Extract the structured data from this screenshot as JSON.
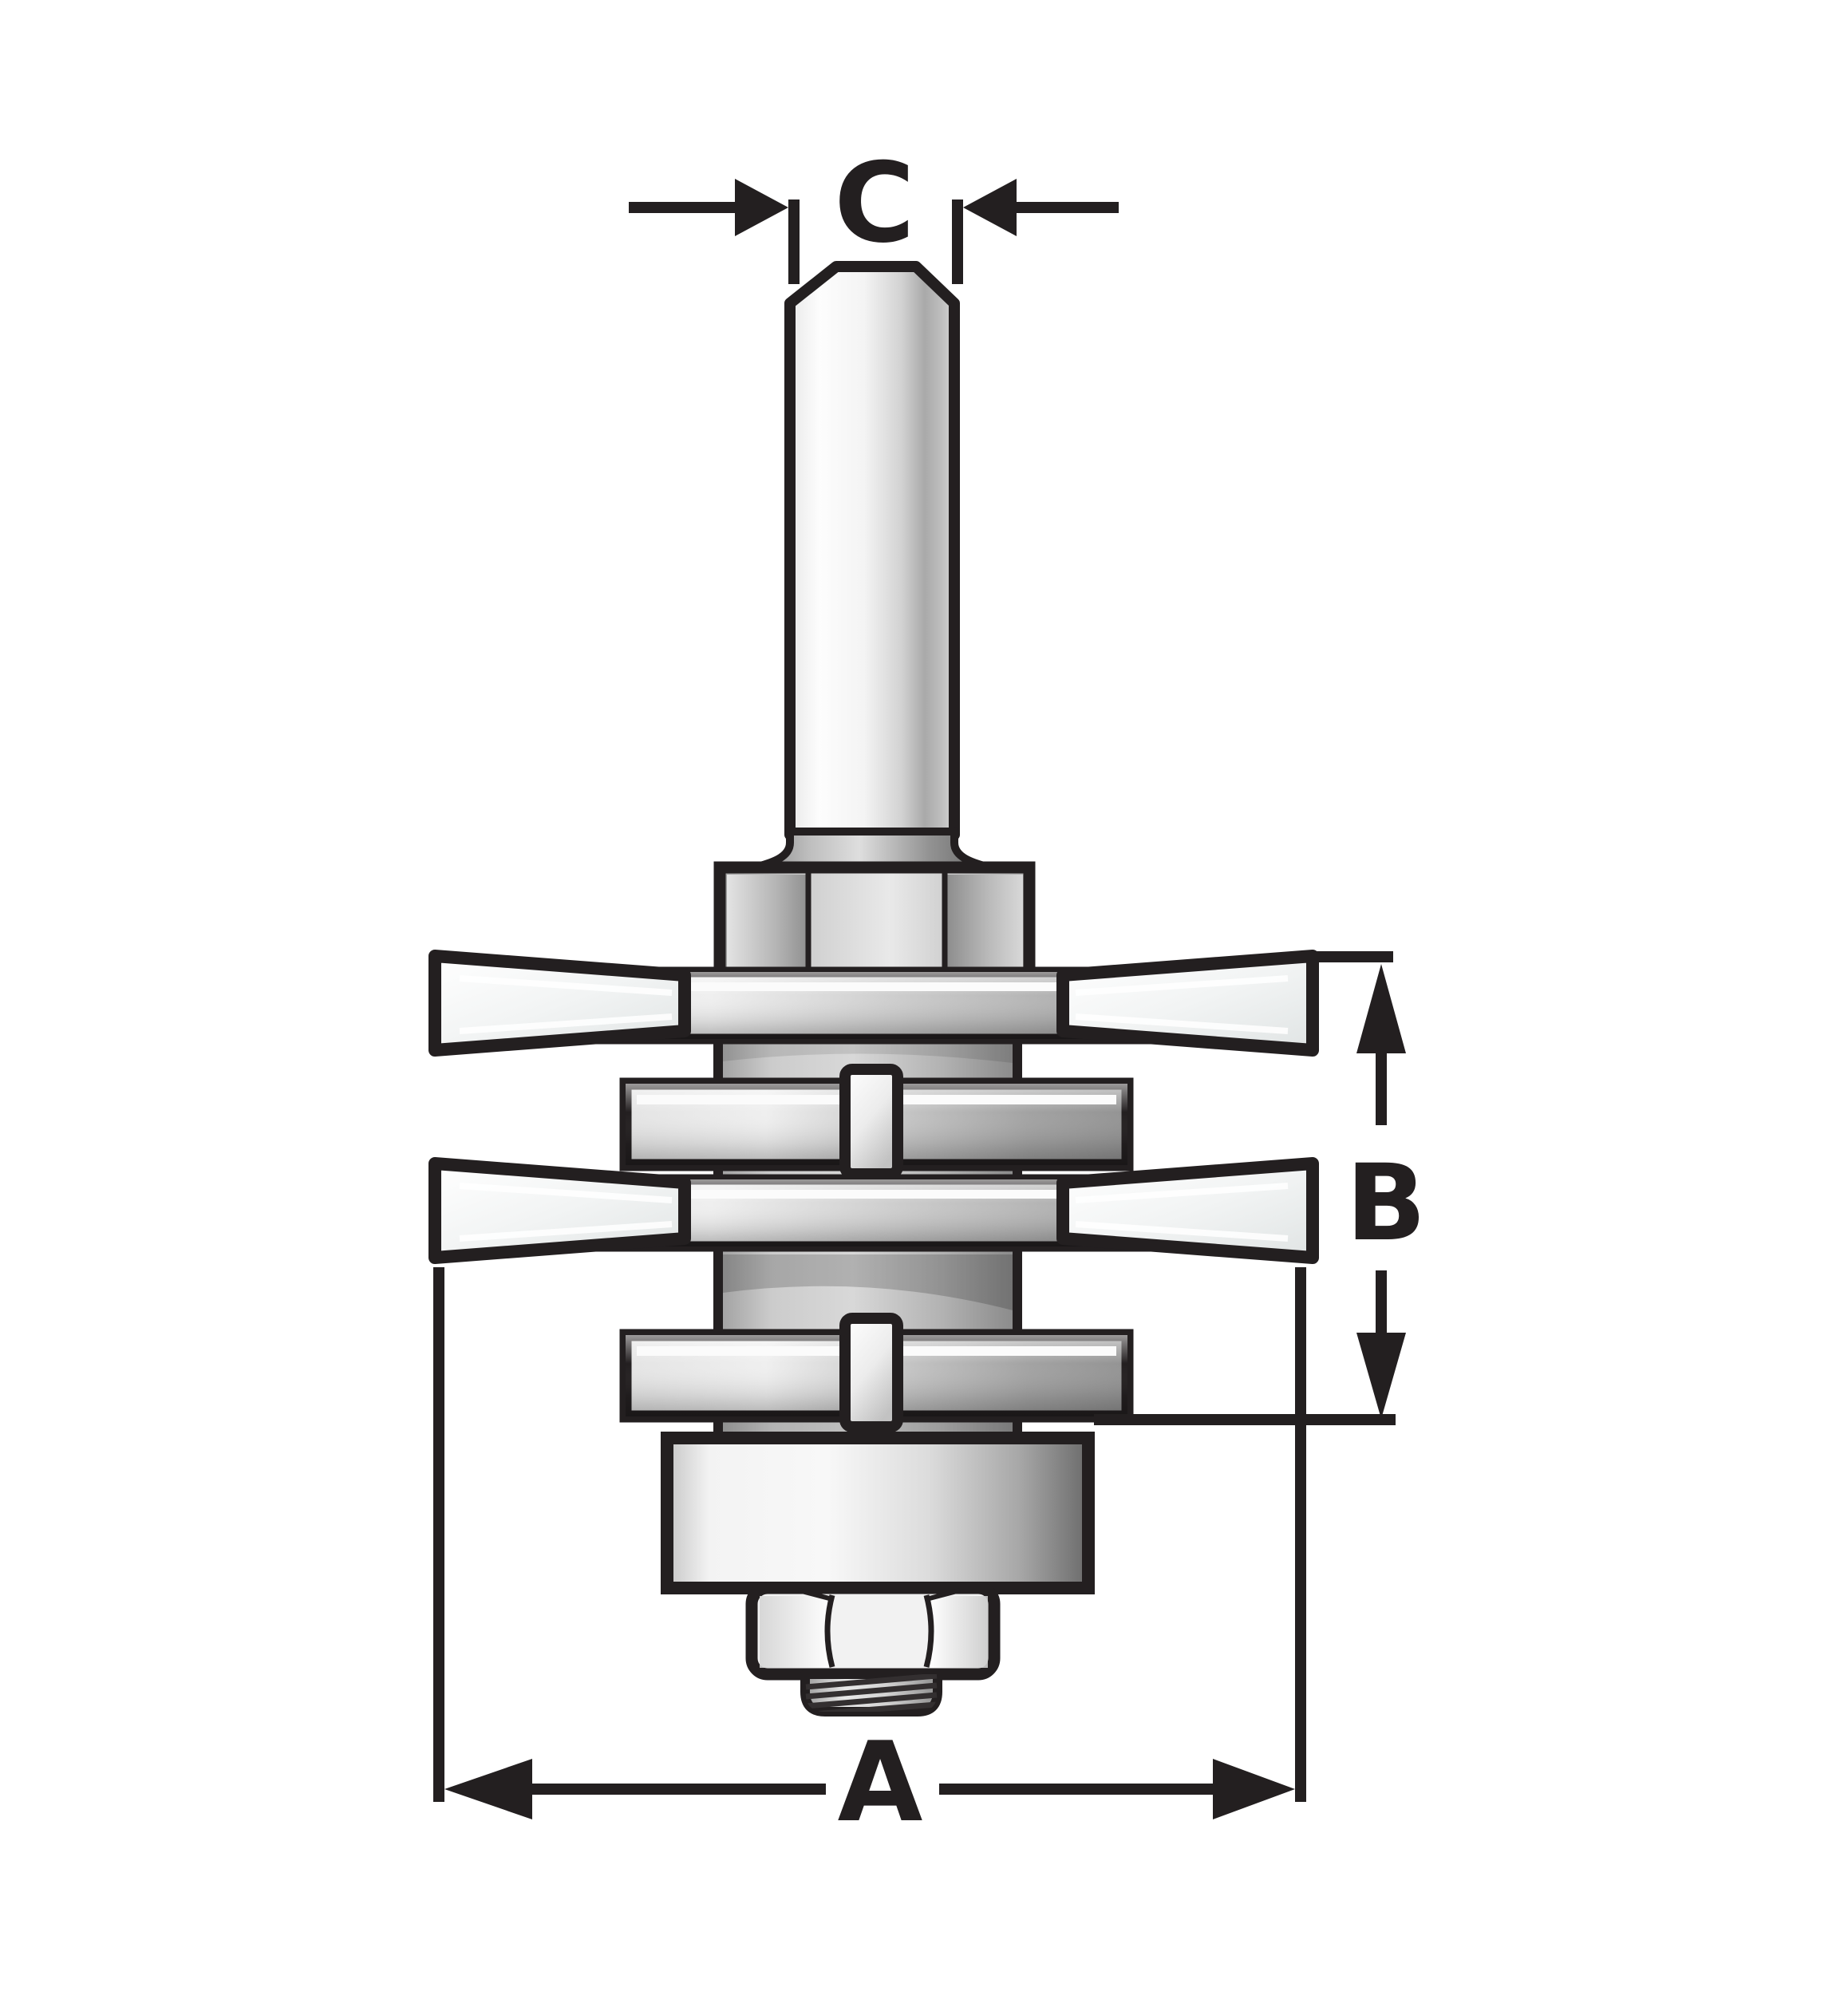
{
  "diagram": {
    "background_color": "#ffffff",
    "line_color": "#231f20",
    "metal_light": "#f4f4f4",
    "metal_dark": "#8a8a8a",
    "labels": {
      "dim_a": "A",
      "dim_b": "B",
      "dim_c": "C"
    },
    "parts": [
      "shank",
      "collar",
      "upper-slot-cutter",
      "upper-spacer-cutter",
      "lower-slot-cutter",
      "lower-spacer-cutter",
      "bearing",
      "hex-nut",
      "threaded-stud"
    ]
  }
}
